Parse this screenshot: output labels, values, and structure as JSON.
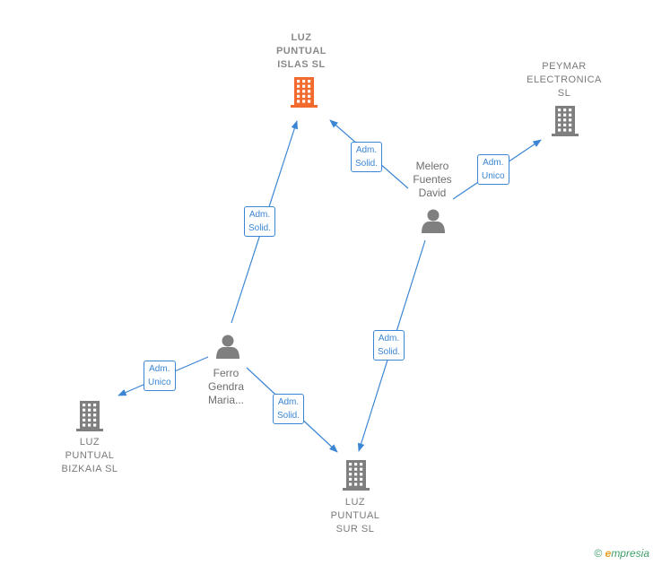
{
  "colors": {
    "edge": "#3a86d4",
    "company": "#7f7f7f",
    "main_company": "#f26a2e",
    "person": "#7f7f7f"
  },
  "nodes": {
    "luz_islas": {
      "label": "LUZ\nPUNTUAL\nISLAS  SL",
      "icon": "building-icon"
    },
    "peymar": {
      "label": "PEYMAR\nELECTRONICA\nSL",
      "icon": "building-icon"
    },
    "melero": {
      "label": "Melero\nFuentes\nDavid",
      "icon": "person-icon"
    },
    "ferro": {
      "label": "Ferro\nGendra\nMaria...",
      "icon": "person-icon"
    },
    "luz_bizkaia": {
      "label": "LUZ\nPUNTUAL\nBIZKAIA  SL",
      "icon": "building-icon"
    },
    "luz_sur": {
      "label": "LUZ\nPUNTUAL\nSUR  SL",
      "icon": "building-icon"
    }
  },
  "edges": [
    {
      "from": "melero",
      "to": "luz_islas",
      "label": "Adm.\nSolid."
    },
    {
      "from": "melero",
      "to": "peymar",
      "label": "Adm.\nUnico"
    },
    {
      "from": "ferro",
      "to": "luz_islas",
      "label": "Adm.\nSolid."
    },
    {
      "from": "melero",
      "to": "luz_sur",
      "label": "Adm.\nSolid."
    },
    {
      "from": "ferro",
      "to": "luz_bizkaia",
      "label": "Adm.\nUnico"
    },
    {
      "from": "ferro",
      "to": "luz_sur",
      "label": "Adm.\nSolid."
    }
  ],
  "brand": {
    "copyright": "©",
    "e": "e",
    "rest": "mpresia"
  }
}
